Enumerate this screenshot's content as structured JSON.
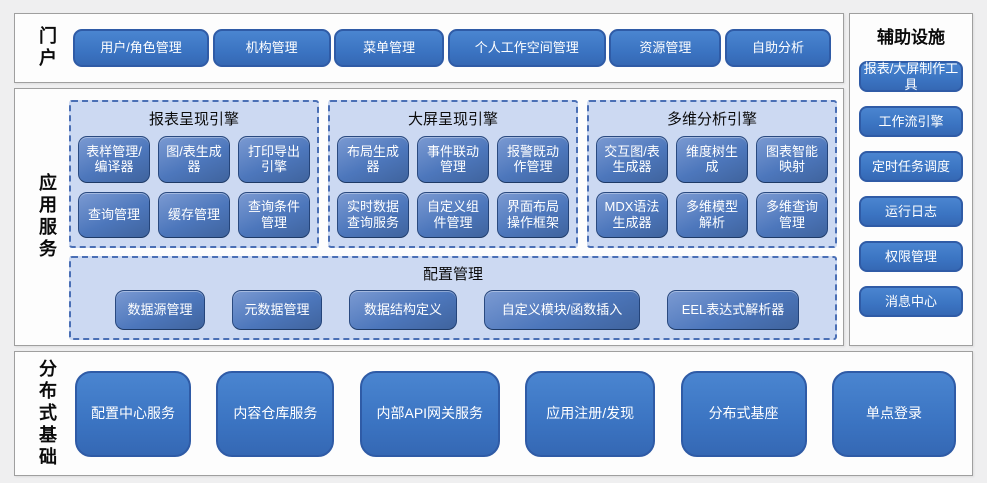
{
  "colors": {
    "page_bg": "#efeff0",
    "section_bg": "#fdfdfd",
    "section_border": "#9f9f9f",
    "button_blue": "#3b74c2",
    "button_border_blue": "#2f5ba6",
    "panel_bg": "#ccd9f2",
    "panel_dashed_border": "#4a6fb5",
    "inner_button_blue": "#4d77bc",
    "inner_button_border": "#2a4a80",
    "text_white": "#ffffff",
    "text_black": "#0b0b0b"
  },
  "portal": {
    "label": "门户",
    "buttons": [
      "用户/角色管理",
      "机构管理",
      "菜单管理",
      "个人工作空间管理",
      "资源管理",
      "自助分析"
    ]
  },
  "app_services": {
    "label": "应用服务",
    "panels": [
      {
        "title": "报表呈现引擎",
        "buttons": [
          "表样管理/编译器",
          "图/表生成器",
          "打印导出引擎",
          "查询管理",
          "缓存管理",
          "查询条件管理"
        ]
      },
      {
        "title": "大屏呈现引擎",
        "buttons": [
          "布局生成器",
          "事件联动管理",
          "报警既动作管理",
          "实时数据查询服务",
          "自定义组件管理",
          "界面布局操作框架"
        ]
      },
      {
        "title": "多维分析引擎",
        "buttons": [
          "交互图/表生成器",
          "维度树生成",
          "图表智能映射",
          "MDX语法生成器",
          "多维模型解析",
          "多维查询管理"
        ]
      }
    ],
    "config_panel": {
      "title": "配置管理",
      "buttons": [
        "数据源管理",
        "元数据管理",
        "数据结构定义",
        "自定义模块/函数插入",
        "EEL表达式解析器"
      ]
    }
  },
  "auxiliary": {
    "title": "辅助设施",
    "buttons": [
      "报表/大屏制作工具",
      "工作流引擎",
      "定时任务调度",
      "运行日志",
      "权限管理",
      "消息中心"
    ]
  },
  "distributed": {
    "label": "分布式基础",
    "buttons": [
      "配置中心服务",
      "内容仓库服务",
      "内部API网关服务",
      "应用注册/发现",
      "分布式基座",
      "单点登录"
    ]
  }
}
